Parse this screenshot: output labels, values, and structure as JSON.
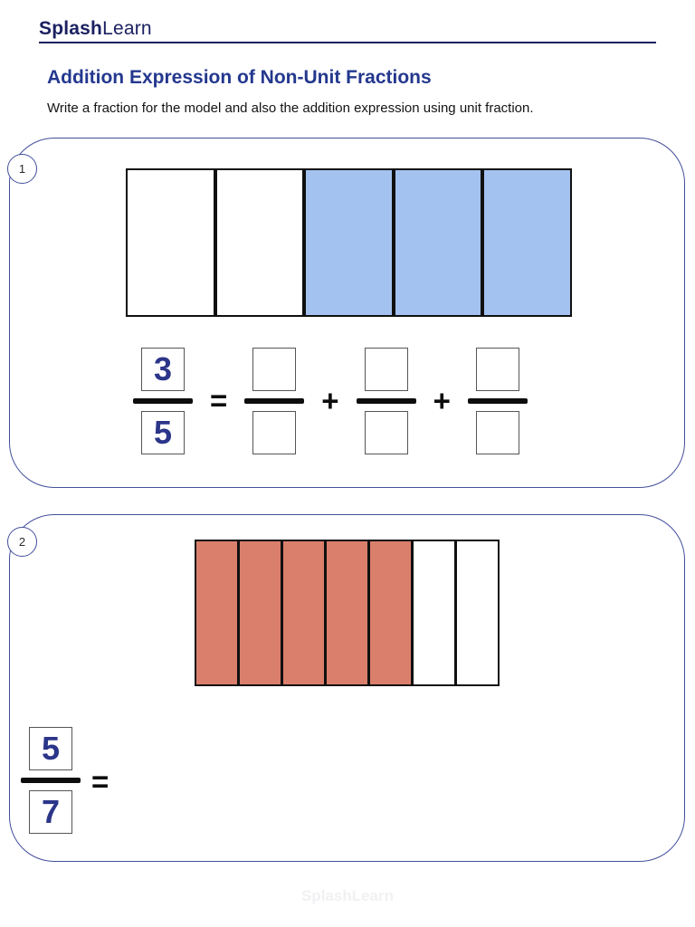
{
  "brand": {
    "logo_bold": "Splash",
    "logo_light": "Learn"
  },
  "page": {
    "title": "Addition Expression of Non-Unit Fractions",
    "instructions": "Write a fraction for the model and also the addition expression using unit fraction.",
    "watermark": "SplashLearn"
  },
  "colors": {
    "brand_navy": "#1b2161",
    "title_blue": "#24388e",
    "panel_border": "#434f9b",
    "fraction_number_navy": "#2b3589",
    "q1_shaded_fill": "#a4c2f0",
    "q2_shaded_fill": "#d97f6b",
    "bar_outline": "#101010"
  },
  "questions": [
    {
      "number": "1",
      "model": {
        "total_parts": 5,
        "shaded_parts": 3,
        "shaded_start_index": 2,
        "shaded_color": "#a4c2f0"
      },
      "given_fraction": {
        "numerator": "3",
        "denominator": "5"
      },
      "equals_sign": "=",
      "plus_sign": "+",
      "addends": [
        {
          "numerator": "",
          "denominator": ""
        },
        {
          "numerator": "",
          "denominator": ""
        },
        {
          "numerator": "",
          "denominator": ""
        }
      ]
    },
    {
      "number": "2",
      "model": {
        "total_parts": 7,
        "shaded_parts": 5,
        "shaded_start_index": 0,
        "shaded_color": "#d97f6b"
      },
      "given_fraction": {
        "numerator": "5",
        "denominator": "7"
      },
      "equals_sign": "="
    }
  ]
}
